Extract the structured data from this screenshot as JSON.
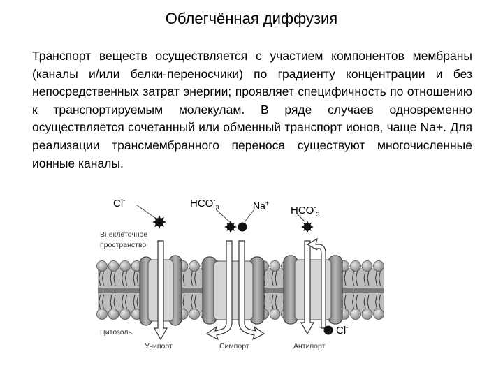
{
  "title": "Облегчённая диффузия",
  "paragraph": "Транспорт веществ осуществляется с участием компонентов мембраны (каналы и/или белки-переносчики) по градиенту концентрации и без непосредственных затрат энергии; проявляет специфичность по отношению к транспортируемым молекулам. В ряде случаев одновременно осуществляется сочетанный или обменный транспорт ионов, чаще Na+. Для реализации трансмембранного переноса существуют многочисленные ионные каналы.",
  "diagram": {
    "ions": {
      "cl_top": {
        "base": "Cl",
        "sup": "-"
      },
      "hco3_1": {
        "base": "HCO",
        "sup": "-",
        "sub": "3"
      },
      "na": {
        "base": "Na",
        "sup": "+"
      },
      "hco3_2": {
        "base": "HCO",
        "sup": "-",
        "sub": "3"
      },
      "cl_bottom": {
        "base": "Cl",
        "sup": "-"
      }
    },
    "regions": {
      "extracellular_line1": "Внеклеточное",
      "extracellular_line2": "пространство",
      "cytosol": "Цитозоль"
    },
    "transport_types": {
      "uniport": "Унипорт",
      "symport": "Симпорт",
      "antiport": "Антипорт"
    },
    "colors": {
      "membrane_core": "#8c8c8c",
      "head": "#a8a8a8",
      "protein": "#9a9a9a",
      "arrow": "#ffffff",
      "ion": "#111111"
    }
  }
}
